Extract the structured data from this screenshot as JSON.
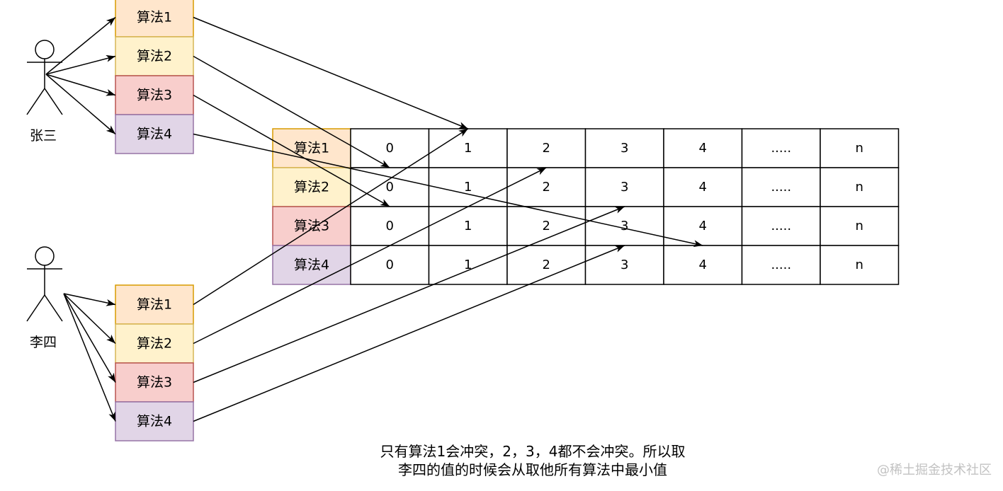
{
  "people": [
    {
      "name": "张三",
      "algorithms": [
        "算法1",
        "算法2",
        "算法3",
        "算法4"
      ]
    },
    {
      "name": "李四",
      "algorithms": [
        "算法1",
        "算法2",
        "算法3",
        "算法4"
      ]
    }
  ],
  "algorithm_colors": [
    {
      "fill": "#FFE6CC",
      "stroke": "#D79B00"
    },
    {
      "fill": "#FFF2CC",
      "stroke": "#D6B656"
    },
    {
      "fill": "#F8CECC",
      "stroke": "#B85450"
    },
    {
      "fill": "#E1D5E7",
      "stroke": "#9673A6"
    }
  ],
  "table": {
    "row_labels": [
      "算法1",
      "算法2",
      "算法3",
      "算法4"
    ],
    "columns": [
      "0",
      "1",
      "2",
      "3",
      "4",
      ".....",
      "n"
    ]
  },
  "arrows": [
    {
      "person": 0,
      "algorithm": 0,
      "row": 0,
      "col": 1
    },
    {
      "person": 0,
      "algorithm": 1,
      "row": 1,
      "col": 0
    },
    {
      "person": 0,
      "algorithm": 2,
      "row": 2,
      "col": 0
    },
    {
      "person": 0,
      "algorithm": 3,
      "row": 3,
      "col": 4
    },
    {
      "person": 1,
      "algorithm": 0,
      "row": 0,
      "col": 1
    },
    {
      "person": 1,
      "algorithm": 1,
      "row": 1,
      "col": 2
    },
    {
      "person": 1,
      "algorithm": 2,
      "row": 2,
      "col": 3
    },
    {
      "person": 1,
      "algorithm": 3,
      "row": 3,
      "col": 3
    }
  ],
  "caption": [
    "只有算法1会冲突，2，3，4都不会冲突。所以取",
    "李四的值的时候会从取他所有算法中最小值"
  ],
  "watermark": "@稀土掘金技术社区"
}
